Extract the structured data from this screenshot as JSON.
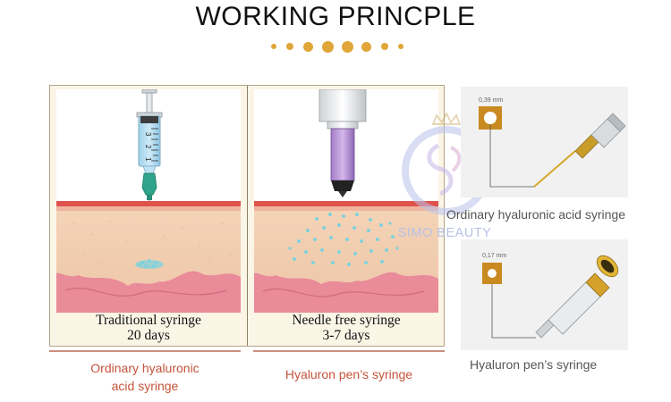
{
  "title": "WORKING PRINCPLE",
  "colors": {
    "accent": "#e0a63a",
    "caption_orange": "#c4543a",
    "frame_bg": "#fbf5e6"
  },
  "panels": {
    "left": {
      "caption_line1": "Traditional syringe",
      "caption_line2": "20 days"
    },
    "right": {
      "caption_line1": "Needle free syringe",
      "caption_line2": "3-7 days"
    }
  },
  "bottom_labels": {
    "left_line1": "Ordinary hyaluronic",
    "left_line2": "acid syringe",
    "right": "Hyaluron pen’s syringe"
  },
  "right_column": {
    "top": {
      "measure": "0,39 mm",
      "caption": "Ordinary hyaluronic acid syringe"
    },
    "bottom": {
      "measure": "0,17 mm",
      "caption": "Hyaluron pen’s syringe"
    }
  },
  "watermark": {
    "text": "SIMO BEAUTY"
  },
  "syringe_scale": [
    "1",
    "2",
    "3"
  ]
}
